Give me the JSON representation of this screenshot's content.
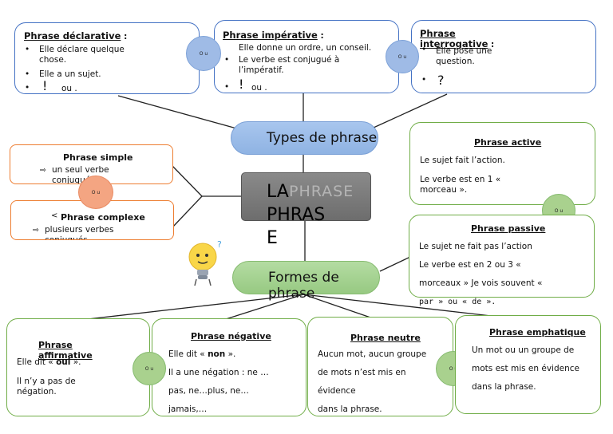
{
  "center": {
    "text_lines": [
      "LA",
      "PHRAS",
      "E"
    ],
    "watermark": "PHRASE"
  },
  "types_node": "Types de phrase",
  "formes_node": "Formes de phrase",
  "circle_label": "O u",
  "declarative": {
    "title": "Phrase déclarative",
    "suffix": " :",
    "items": [
      "Elle déclare quelque chose.",
      "Elle a un sujet.",
      "!"
    ],
    "item3_tail": "ou ."
  },
  "imperative": {
    "title": "Phrase impérative",
    "suffix": " :",
    "items": [
      "Elle donne un ordre, un conseil.",
      "Le verbe est conjugué à l’impératif.",
      "!"
    ],
    "item3_tail": "ou ."
  },
  "interrogative": {
    "title": "Phrase interrogative",
    "suffix": " :",
    "items": [
      "Elle pose une question.",
      "?"
    ]
  },
  "simple": {
    "title": "Phrase simple",
    "text": "un seul verbe conjugué"
  },
  "complexe": {
    "prefix": "<",
    "title": "Phrase complexe",
    "text": "plusieurs verbes conjugués"
  },
  "active": {
    "title": "Phrase active",
    "line1": "Le sujet fait l’action.",
    "line2": "Le verbe est en 1 « morceau »."
  },
  "passive": {
    "title": "Phrase passive",
    "line1": "Le sujet ne fait pas l’action",
    "line2": "Le verbe est en 2 ou 3 «",
    "line3": "morceaux »  Je vois souvent «",
    "line4": "par » ou « de »."
  },
  "affirmative": {
    "title": "Phrase affirmative",
    "line1a": "Elle dit « ",
    "line1b": "oui",
    "line1c": " ».",
    "line2": "Il n’y a pas de négation."
  },
  "negative": {
    "title": "Phrase négative",
    "line1a": "Elle dit « ",
    "line1b": "non",
    "line1c": " ».",
    "line2": "Il a une négation : ne …",
    "line3": "pas,  ne…plus, ne…",
    "line4": "jamais,…"
  },
  "neutre": {
    "title": "Phrase neutre",
    "line1": "Aucun mot, aucun groupe",
    "line2": "de  mots n’est mis en",
    "line3": "évidence",
    "line4": "dans la phrase."
  },
  "emphatique": {
    "title": "Phrase emphatique",
    "line1": "Un mot ou un groupe de",
    "line2": "mots  est mis en évidence",
    "line3": "dans la  phrase."
  },
  "colors": {
    "blue": "#4472c4",
    "orange": "#ed7d31",
    "green": "#70ad47"
  }
}
